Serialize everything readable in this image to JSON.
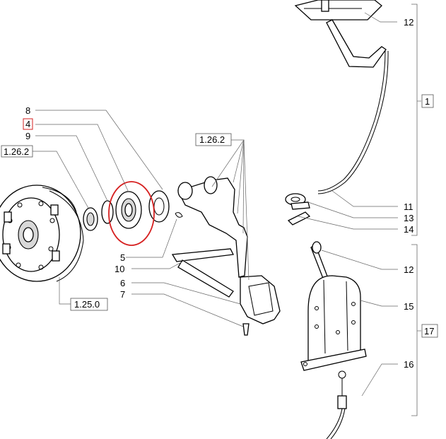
{
  "diagram": {
    "highlight_color": "#d62020",
    "highlighted_callout": "4",
    "callouts": [
      {
        "id": "c8",
        "label": "8"
      },
      {
        "id": "c4",
        "label": "4"
      },
      {
        "id": "c9",
        "label": "9"
      },
      {
        "id": "c1262a",
        "label": "1.26.2"
      },
      {
        "id": "c1262b",
        "label": "1.26.2"
      },
      {
        "id": "c5",
        "label": "5"
      },
      {
        "id": "c10",
        "label": "10"
      },
      {
        "id": "c6",
        "label": "6"
      },
      {
        "id": "c7",
        "label": "7"
      },
      {
        "id": "c1250",
        "label": "1.25.0"
      },
      {
        "id": "c12a",
        "label": "12"
      },
      {
        "id": "c1",
        "label": "1"
      },
      {
        "id": "c11",
        "label": "11"
      },
      {
        "id": "c13",
        "label": "13"
      },
      {
        "id": "c14",
        "label": "14"
      },
      {
        "id": "c12b",
        "label": "12"
      },
      {
        "id": "c15",
        "label": "15"
      },
      {
        "id": "c17",
        "label": "17"
      },
      {
        "id": "c16",
        "label": "16"
      }
    ]
  }
}
